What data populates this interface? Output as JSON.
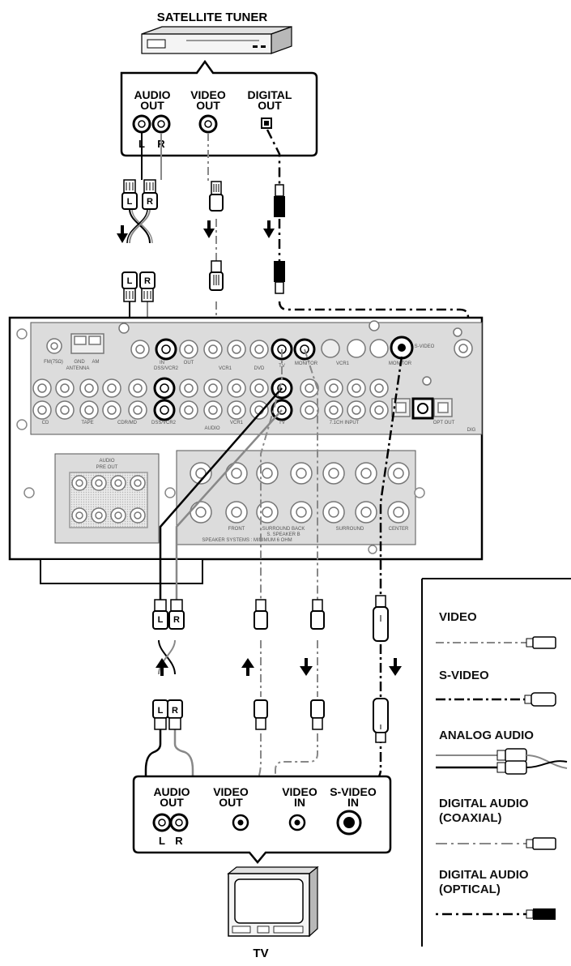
{
  "devices": {
    "satellite_tuner": "SATELLITE TUNER",
    "tv": "TV"
  },
  "tuner_panel": {
    "audio_out": [
      "AUDIO",
      "OUT"
    ],
    "video_out": [
      "VIDEO",
      "OUT"
    ],
    "digital_out": [
      "DIGITAL",
      "OUT"
    ],
    "left": "L",
    "right": "R"
  },
  "tv_panel": {
    "audio_out": [
      "AUDIO",
      "OUT"
    ],
    "video_out": [
      "VIDEO",
      "OUT"
    ],
    "video_in": [
      "VIDEO",
      "IN"
    ],
    "svideo_in": [
      "S-VIDEO",
      "IN"
    ],
    "left": "L",
    "right": "R"
  },
  "plug_letters": {
    "left": "L",
    "right": "R"
  },
  "receiver": {
    "antenna": "ANTENNA",
    "fm": "FM(75Ω)",
    "gnd": "GND",
    "am": "AM",
    "dss_vcr2_top": "DSS/VCR2",
    "dss_vcr2_bottom": "DSS/VCR2",
    "in": "IN",
    "out": "OUT",
    "vcr1_top": "VCR1",
    "vcr1_bottom": "VCR1",
    "dvd": "DVD",
    "tv_top": "TV",
    "tv_bottom": "TV",
    "monitor": "MONITOR",
    "s_video": "S-VIDEO",
    "cd": "CD",
    "tape": "TAPE",
    "cdr_md": "CDR/MD",
    "audio": "AUDIO",
    "ch_input": "7.1CH INPUT",
    "dig": "DIG",
    "opt_out": "OPT OUT",
    "pre_out_title": "AUDIO",
    "pre_out": "PRE OUT",
    "front": "FRONT",
    "surround_back": "SURROUND BACK",
    "speaker_b": "S. SPEAKER B",
    "surround": "SURROUND",
    "center": "CENTER",
    "speaker_systems": "SPEAKER SYSTEMS : MINIMUM 6 OHM"
  },
  "legend": {
    "items": [
      {
        "label": [
          "VIDEO"
        ],
        "type": "video"
      },
      {
        "label": [
          "S-VIDEO"
        ],
        "type": "svideo"
      },
      {
        "label": [
          "ANALOG AUDIO"
        ],
        "type": "analog"
      },
      {
        "label": [
          "DIGITAL AUDIO",
          "(COAXIAL)"
        ],
        "type": "coax"
      },
      {
        "label": [
          "DIGITAL AUDIO",
          "(OPTICAL)"
        ],
        "type": "optical"
      }
    ]
  },
  "colors": {
    "line": "#000000",
    "gray_cable": "#888888",
    "panel": "#dcdcdc",
    "panel_dark": "#9a9a9a",
    "face": "#ffffff"
  }
}
